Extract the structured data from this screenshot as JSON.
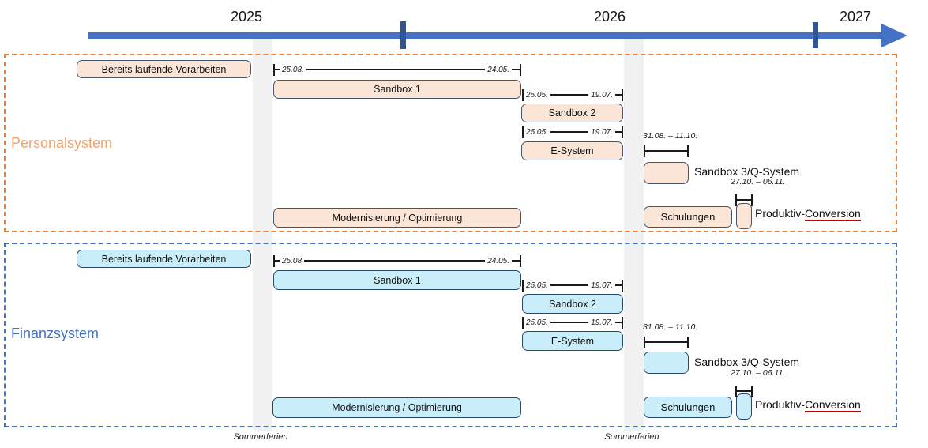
{
  "timeline": {
    "years": [
      "2025",
      "2026",
      "2027"
    ],
    "bar_color": "#4472C4",
    "tick_color": "#2F5597"
  },
  "sommerferien": "Sommerferien",
  "sections": [
    {
      "name": "Personalsystem",
      "vorarbeiten": "Bereits laufende Vorarbeiten",
      "sandbox1": "Sandbox 1",
      "sandbox1_start": "25.08.",
      "sandbox1_end": "24.05.",
      "sandbox2": "Sandbox 2",
      "sandbox2_start": "25.05.",
      "sandbox2_end": "19.07.",
      "esystem": "E-System",
      "esystem_start": "25.05.",
      "esystem_end": "19.07.",
      "sandbox3_range": "31.08. – 11.10.",
      "sandbox3_label": "Sandbox 3/Q-System",
      "produktiv_range": "27.10. – 06.11.",
      "schulungen": "Schulungen",
      "produktiv_prefix": "Produktiv-",
      "produktiv_underlined": "Conversion",
      "modernisierung": "Modernisierung / Optimierung",
      "colors": {
        "box_fill": "#FBE5D6",
        "box_border": "#44546A",
        "frame_dashed": "#ED7D31",
        "label": "#F4A267"
      }
    },
    {
      "name": "Finanzsystem",
      "vorarbeiten": "Bereits laufende Vorarbeiten",
      "sandbox1": "Sandbox 1",
      "sandbox1_start": "25.08",
      "sandbox1_end": "24.05.",
      "sandbox2": "Sandbox 2",
      "sandbox2_start": "25.05.",
      "sandbox2_end": "19.07.",
      "esystem": "E-System",
      "esystem_start": "25.05.",
      "esystem_end": "19.07.",
      "sandbox3_range": "31.08. – 11.10.",
      "sandbox3_label": "Sandbox 3/Q-System",
      "produktiv_range": "27.10. – 06.11.",
      "schulungen": "Schulungen",
      "produktiv_prefix": "Produktiv-",
      "produktiv_underlined": "Conversion",
      "modernisierung": "Modernisierung / Optimierung",
      "colors": {
        "box_fill": "#C9EEFA",
        "box_border": "#27496D",
        "frame_dashed": "#4472C4",
        "label": "#4472C4"
      }
    }
  ]
}
